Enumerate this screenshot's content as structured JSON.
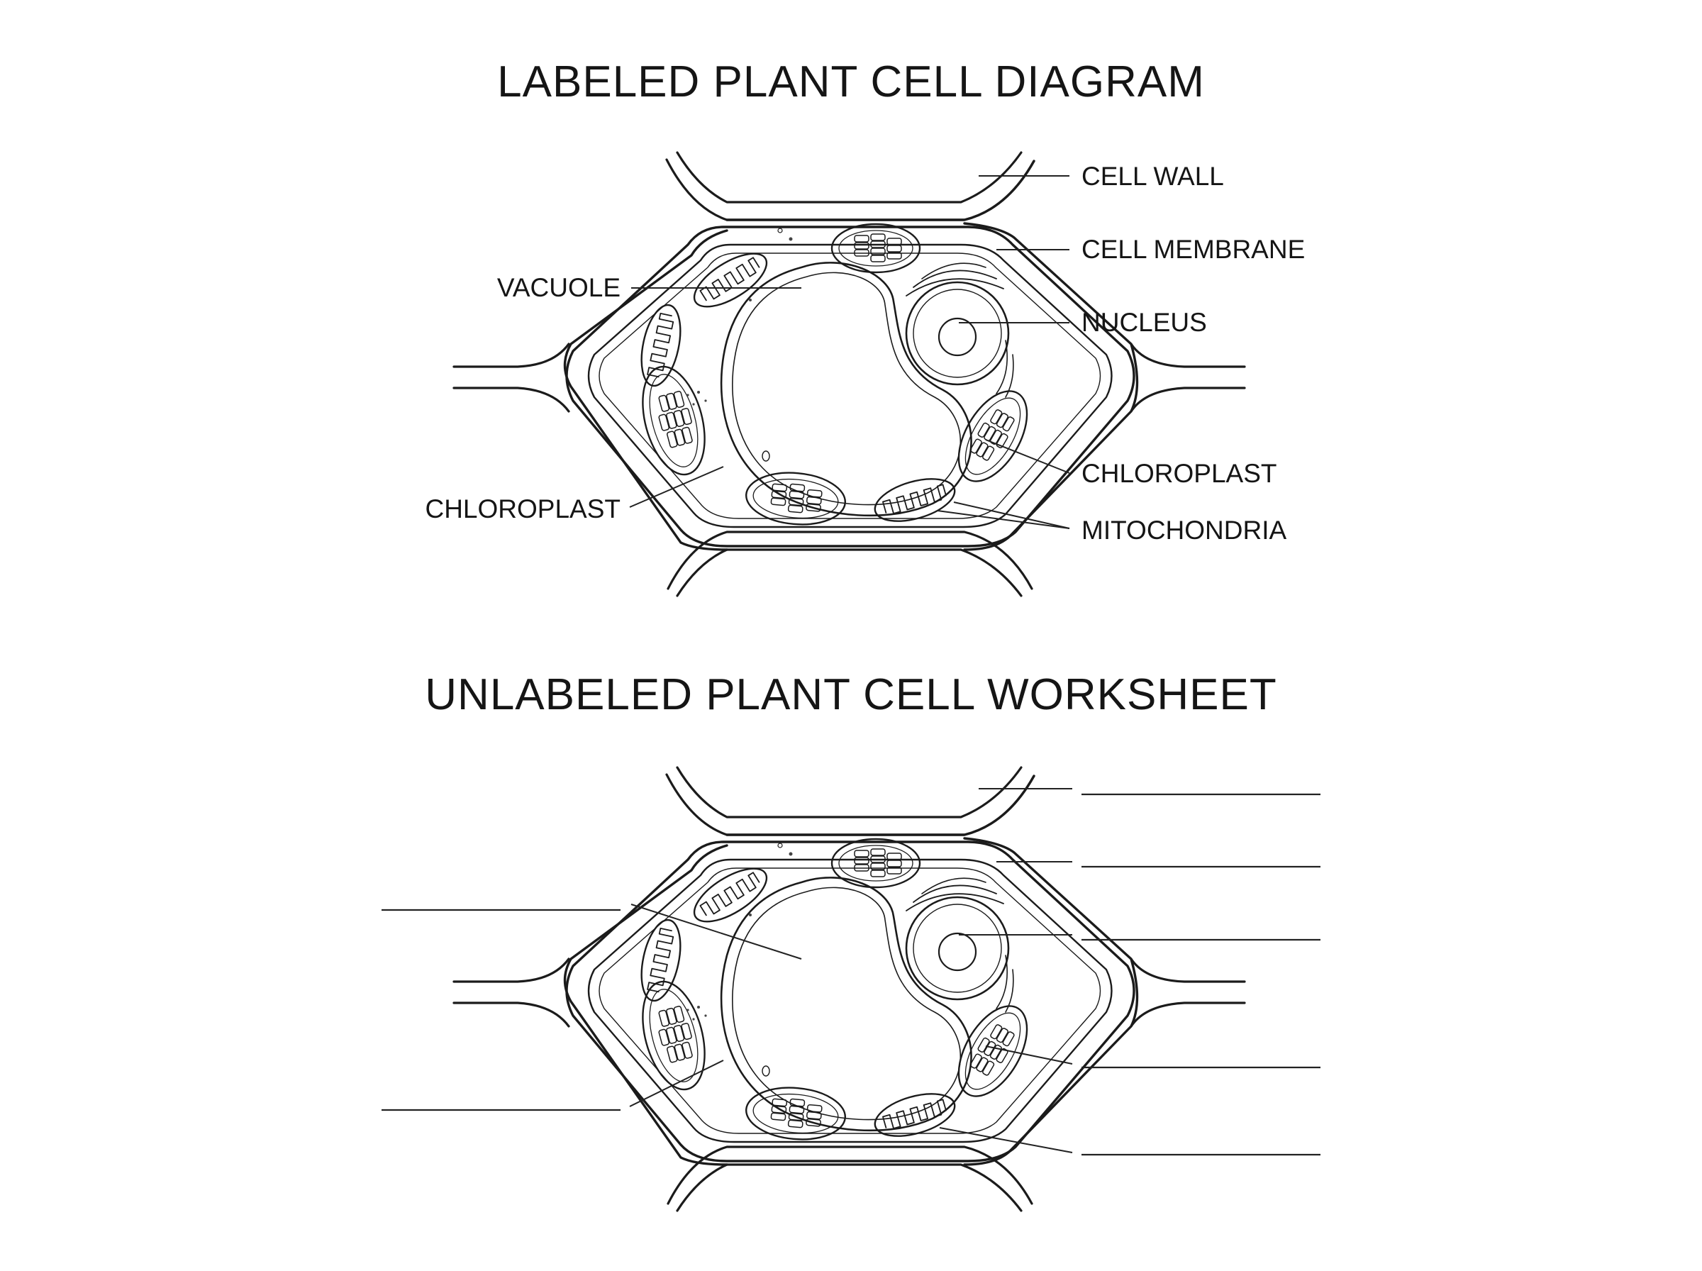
{
  "titles": {
    "labeled": "LABELED  PLANT CELL DIAGRAM",
    "unlabeled": "UNLABELED PLANT CELL WORKSHEET"
  },
  "labels": {
    "cell_wall": "CELL WALL",
    "cell_membrane": "CELL MEMBRANE",
    "vacuole": "VACUOLE",
    "nucleus": "NUCLEUS",
    "chloroplast_left": "CHLOROPLAST",
    "chloroplast_right": "CHLOROPLAST",
    "mitochondria": "MITOCHONDRIA"
  },
  "colors": {
    "chloroplast_fill": "#7dba67",
    "chloroplast_inner": "#5c9a4a",
    "mitochondria_fill": "#f1d9cd",
    "nucleus_fill": "#e3e3e3",
    "nucleolus_fill": "#bdbdbd",
    "ink": "#1b1b1b"
  }
}
